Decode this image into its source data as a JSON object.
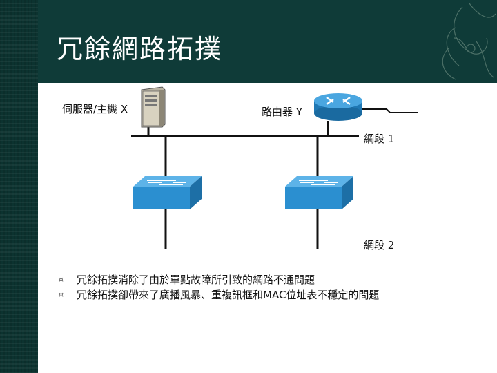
{
  "slide": {
    "title": "冗餘網路拓撲"
  },
  "diagram": {
    "server_label": "伺服器/主機 X",
    "router_label": "路由器 Y",
    "segment1_label": "網段 1",
    "segment2_label": "網段 2"
  },
  "bullets": [
    {
      "text": "冗餘拓撲消除了由於單點故障所引致的網路不通問題"
    },
    {
      "text": "冗餘拓撲卻帶來了廣播風暴、重複訊框和MAC位址表不穩定的問題"
    }
  ],
  "colors": {
    "background": "#0f3b38",
    "panel": "#ffffff",
    "device_blue": "#2b8fd0",
    "line": "#111111"
  },
  "icons": [
    "server-icon",
    "router-icon",
    "switch-icon",
    "bullet-icon",
    "decorative-flourish-icon"
  ]
}
